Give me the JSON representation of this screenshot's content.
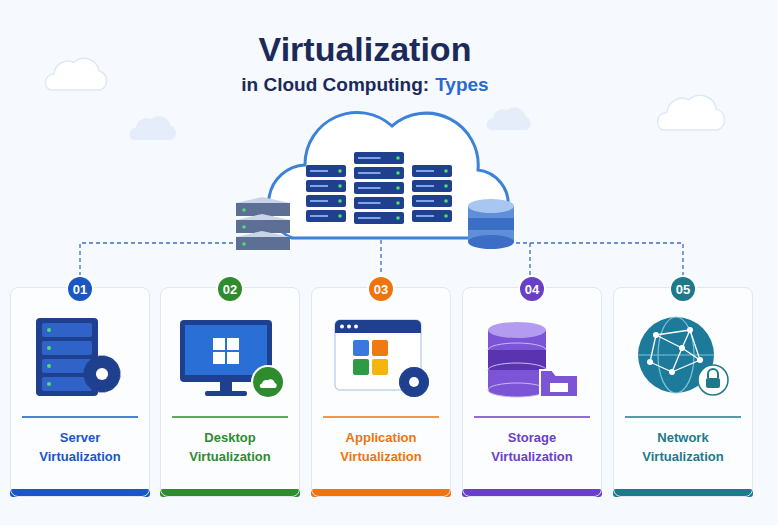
{
  "diagram": {
    "title": "Virtualization",
    "nodes": [
      {
        "text": [
          "Server Virtualization"
        ]
      },
      {
        "text": [
          "01"
        ],
        "in": 0
      },
      {
        "text": [
          "Desktop Virtualization"
        ]
      },
      {
        "text": [
          "02"
        ],
        "in": 2
      },
      {
        "text": [
          "Application Virtualization"
        ]
      },
      {
        "text": [
          "03"
        ],
        "in": 4
      },
      {
        "text": [
          "Storage Virtualization"
        ]
      },
      {
        "text": [
          "04"
        ],
        "in": 6
      },
      {
        "text": [
          "Network Virtualization"
        ]
      },
      {
        "text": [
          "05"
        ],
        "in": 8
      }
    ],
    "labels": [
      "in Cloud Computing:",
      "Types"
    ]
  }
}
